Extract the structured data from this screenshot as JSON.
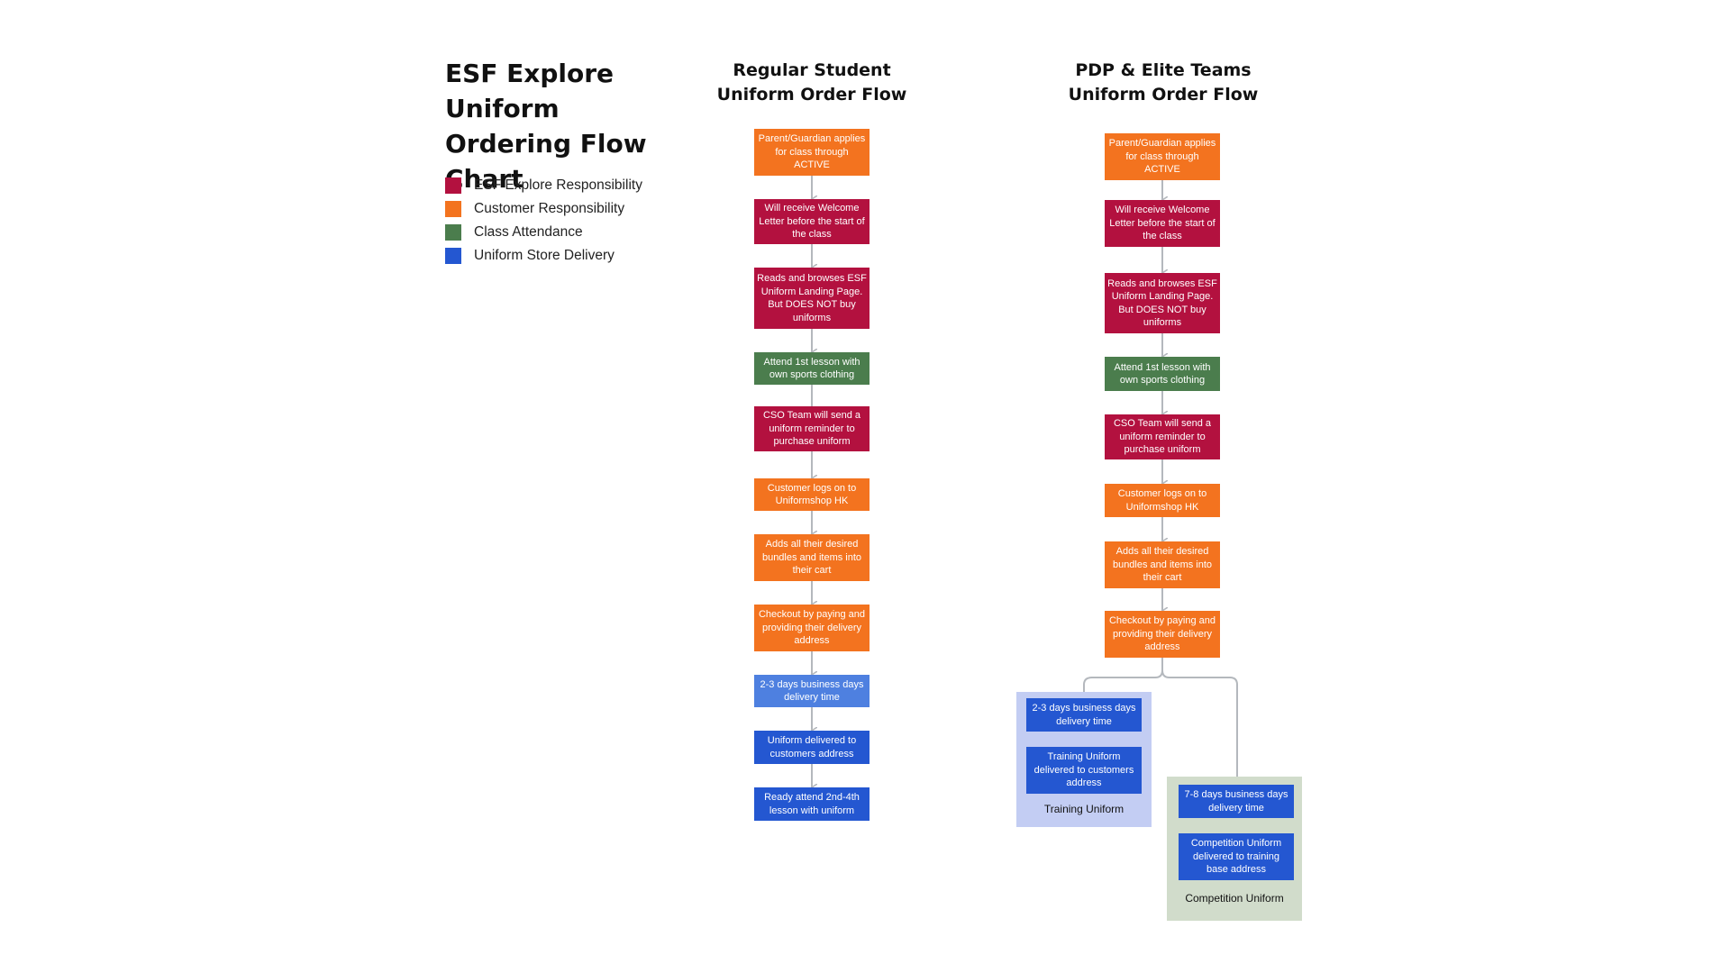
{
  "title": "ESF Explore Uniform Ordering Flow Chart",
  "legend": [
    {
      "label": "ESF Explore Responsibility",
      "color": "#b3113f"
    },
    {
      "label": "Customer Responsibility",
      "color": "#f3731f"
    },
    {
      "label": "Class Attendance",
      "color": "#4b7d4d"
    },
    {
      "label": "Uniform Store Delivery",
      "color": "#2457d1"
    }
  ],
  "regular": {
    "title": "Regular Student Uniform Order Flow",
    "steps": [
      "Parent/Guardian applies for class through ACTIVE",
      "Will receive Welcome Letter before the start of the class",
      "Reads and browses ESF Uniform Landing Page. But DOES NOT buy uniforms",
      "Attend 1st lesson with own sports clothing",
      "CSO Team will send a uniform reminder to purchase uniform",
      "Customer logs on to Uniformshop HK",
      "Adds all their desired bundles and items into their cart",
      "Checkout by paying and providing their delivery address",
      "2-3 days business days delivery time",
      "Uniform delivered to customers address",
      "Ready attend 2nd-4th lesson with uniform"
    ]
  },
  "pdp": {
    "title": "PDP & Elite Teams Uniform Order Flow",
    "steps": [
      "Parent/Guardian applies for class through ACTIVE",
      "Will receive Welcome Letter before the start of the class",
      "Reads and browses ESF Uniform Landing Page. But DOES NOT buy uniforms",
      "Attend 1st lesson with own sports clothing",
      "CSO Team will send a uniform reminder to purchase uniform",
      "Customer logs on to Uniformshop HK",
      "Adds all their desired bundles and items into their cart",
      "Checkout by paying and providing their delivery address"
    ],
    "training": {
      "label": "Training Uniform",
      "steps": [
        "2-3 days business days delivery time",
        "Training Uniform delivered to customers address"
      ]
    },
    "competition": {
      "label": "Competition Uniform",
      "steps": [
        "7-8 days business days delivery time",
        "Competition Uniform delivered to training base address"
      ]
    }
  }
}
